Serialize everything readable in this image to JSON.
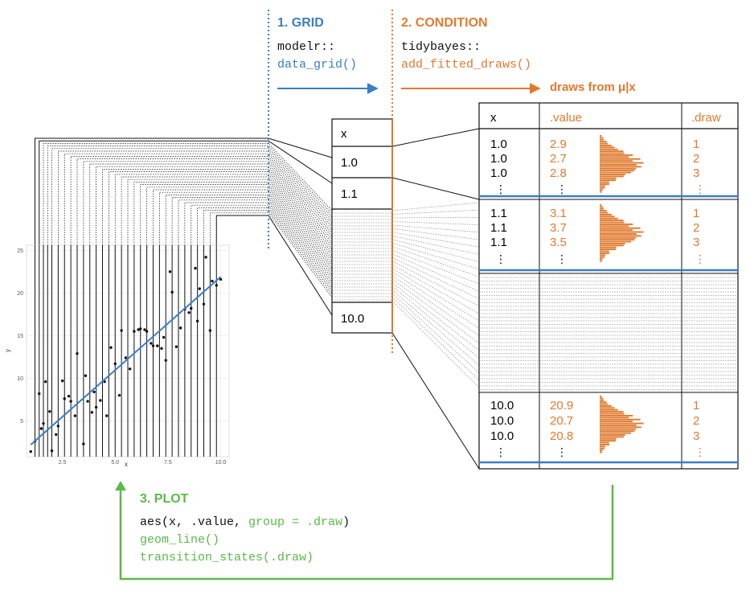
{
  "colors": {
    "grid": "#3b7ec2",
    "condition": "#e07a2f",
    "plot": "#5cb84a",
    "ink": "#111111",
    "fit_line": "#3b7ec2"
  },
  "step1": {
    "title": "1. GRID",
    "pkg": "modelr::",
    "fn": "data_grid()"
  },
  "step2": {
    "title": "2. CONDITION",
    "pkg": "tidybayes::",
    "fn": "add_fitted_draws()",
    "arrow_label": "draws from μ|x"
  },
  "step3": {
    "title": "3. PLOT",
    "aes_black": "aes(x, .value, ",
    "aes_green": "group = .draw",
    "aes_close": ")",
    "geom": "geom_line()",
    "transition": "transition_states(.draw)"
  },
  "grid_table": {
    "header": "x",
    "rows": [
      "1.0",
      "1.1",
      "10.0"
    ]
  },
  "draws_table": {
    "headers": [
      "x",
      ".value",
      ".draw"
    ],
    "groups": [
      {
        "x": [
          "1.0",
          "1.0",
          "1.0"
        ],
        "values": [
          "2.9",
          "2.7",
          "2.8"
        ],
        "draws": [
          "1",
          "2",
          "3"
        ]
      },
      {
        "x": [
          "1.1",
          "1.1",
          "1.1"
        ],
        "values": [
          "3.1",
          "3.7",
          "3.5"
        ],
        "draws": [
          "1",
          "2",
          "3"
        ]
      },
      {
        "x": [
          "10.0",
          "10.0",
          "10.0"
        ],
        "values": [
          "20.9",
          "20.7",
          "20.8"
        ],
        "draws": [
          "1",
          "2",
          "3"
        ]
      }
    ],
    "ellipsis": "⋮"
  },
  "chart_data": {
    "type": "scatter",
    "xlabel": "x",
    "ylabel": "y",
    "xlim": [
      0.8,
      10.4
    ],
    "ylim": [
      0.8,
      25.6
    ],
    "xticks": [
      2.5,
      5.0,
      7.5,
      10.0
    ],
    "xtick_labels": [
      "2.5",
      "5.0",
      "7.5",
      "10.0"
    ],
    "yticks": [
      5,
      10,
      15,
      20,
      25
    ],
    "ytick_labels": [
      "5",
      "10",
      "15",
      "20",
      "25"
    ],
    "grid": true,
    "fit_line": {
      "x": [
        1.0,
        10.0
      ],
      "y": [
        2.2,
        21.9
      ]
    },
    "vertical_lines_x": [
      1.2,
      1.4,
      1.6,
      1.8,
      2.0,
      2.3,
      2.6,
      2.9,
      3.2,
      3.5,
      3.8,
      4.1,
      4.4,
      4.7,
      5.0,
      5.3,
      5.6,
      5.9,
      6.2,
      6.5,
      6.8,
      7.1,
      7.4,
      7.7,
      8.0,
      8.3,
      8.6,
      8.9,
      9.2,
      9.5,
      9.8
    ],
    "points": [
      [
        1.0,
        1.4
      ],
      [
        1.2,
        2.6
      ],
      [
        1.4,
        8.2
      ],
      [
        1.5,
        4.1
      ],
      [
        1.6,
        4.7
      ],
      [
        1.7,
        9.6
      ],
      [
        1.9,
        6.1
      ],
      [
        2.0,
        1.5
      ],
      [
        2.2,
        3.4
      ],
      [
        2.3,
        4.4
      ],
      [
        2.5,
        9.7
      ],
      [
        2.6,
        7.6
      ],
      [
        2.8,
        7.9
      ],
      [
        2.9,
        7.3
      ],
      [
        3.1,
        5.6
      ],
      [
        3.2,
        12.9
      ],
      [
        3.5,
        2.3
      ],
      [
        3.6,
        10.3
      ],
      [
        3.7,
        7.3
      ],
      [
        3.9,
        6.0
      ],
      [
        4.0,
        8.4
      ],
      [
        4.1,
        6.6
      ],
      [
        4.3,
        7.4
      ],
      [
        4.5,
        9.6
      ],
      [
        4.6,
        5.6
      ],
      [
        4.8,
        13.6
      ],
      [
        5.0,
        11.7
      ],
      [
        5.2,
        8.0
      ],
      [
        5.3,
        15.6
      ],
      [
        5.5,
        12.4
      ],
      [
        5.7,
        11.1
      ],
      [
        5.9,
        15.5
      ],
      [
        6.1,
        15.7
      ],
      [
        6.2,
        15.8
      ],
      [
        6.4,
        15.7
      ],
      [
        6.5,
        15.5
      ],
      [
        6.7,
        14.1
      ],
      [
        6.8,
        13.8
      ],
      [
        7.0,
        13.8
      ],
      [
        7.2,
        13.5
      ],
      [
        7.3,
        14.8
      ],
      [
        7.4,
        12.1
      ],
      [
        7.6,
        22.5
      ],
      [
        7.7,
        20.1
      ],
      [
        7.9,
        13.7
      ],
      [
        8.1,
        15.9
      ],
      [
        8.3,
        18.1
      ],
      [
        8.5,
        17.7
      ],
      [
        8.6,
        18.2
      ],
      [
        8.8,
        22.9
      ],
      [
        8.9,
        16.7
      ],
      [
        9.0,
        20.5
      ],
      [
        9.2,
        18.7
      ],
      [
        9.3,
        24.2
      ],
      [
        9.5,
        15.6
      ],
      [
        9.6,
        21.4
      ],
      [
        9.8,
        20.9
      ],
      [
        10.0,
        21.6
      ]
    ]
  }
}
